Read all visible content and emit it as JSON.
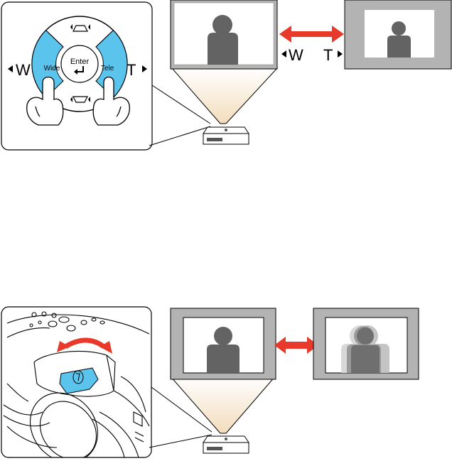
{
  "zoom_figure": {
    "remote": {
      "left_side_label": "W",
      "right_side_label": "T",
      "enter_label": "Enter",
      "wide_button_label": "Wide",
      "tele_button_label": "Tele",
      "button_color": "#5bc4ec"
    },
    "screen_side_labels": {
      "wide": "W",
      "tele": "T"
    },
    "arrow_color": "#e8392b"
  },
  "focus_figure": {
    "focus_ring_color": "#5bc4ec",
    "arrow_color": "#e8392b"
  }
}
